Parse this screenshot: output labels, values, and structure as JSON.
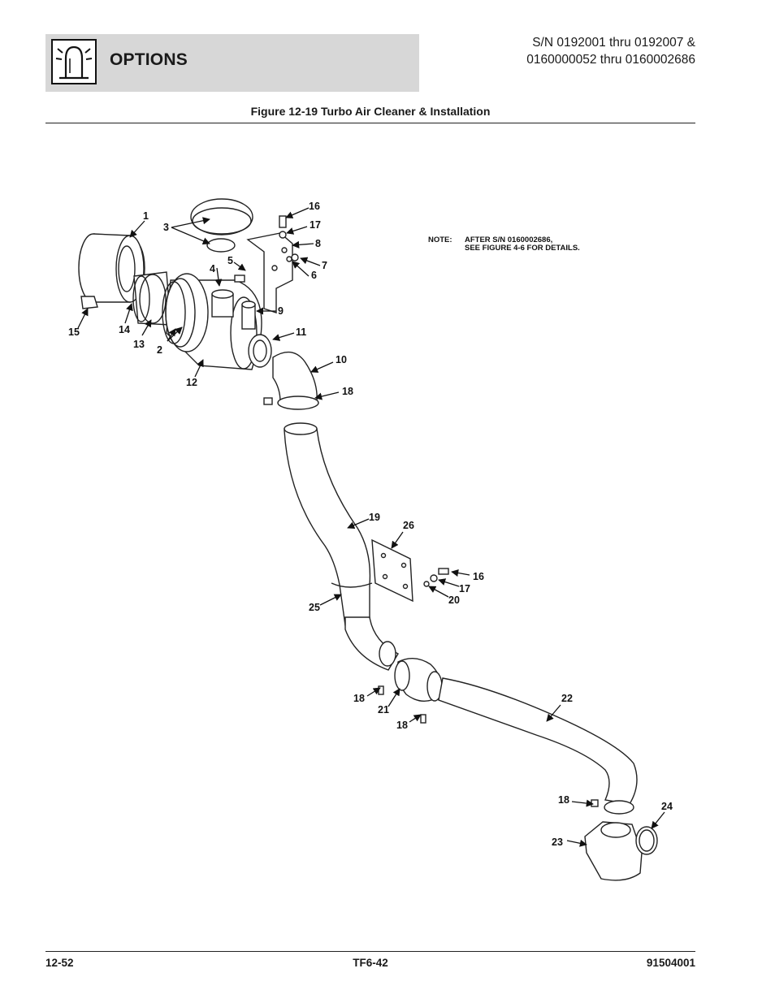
{
  "header": {
    "section_title": "OPTIONS",
    "icon": "options-beacon-icon",
    "serial_line1": "S/N 0192001 thru 0192007 &",
    "serial_line2": "0160000052 thru 0160002686"
  },
  "figure": {
    "title": "Figure 12-19 Turbo Air Cleaner & Installation",
    "note_label": "NOTE:",
    "note_line1": "AFTER S/N 0160002686,",
    "note_line2": "SEE FIGURE 4-6 FOR DETAILS.",
    "callouts": {
      "c1": "1",
      "c2": "2",
      "c3": "3",
      "c4": "4",
      "c5": "5",
      "c6": "6",
      "c7": "7",
      "c8": "8",
      "c9": "9",
      "c10": "10",
      "c11": "11",
      "c12": "12",
      "c13": "13",
      "c14": "14",
      "c15": "15",
      "c16a": "16",
      "c17a": "17",
      "c18a": "18",
      "c19": "19",
      "c26": "26",
      "c16b": "16",
      "c17b": "17",
      "c20": "20",
      "c25": "25",
      "c18b": "18",
      "c21": "21",
      "c18c": "18",
      "c22": "22",
      "c18d": "18",
      "c24": "24",
      "c23": "23"
    }
  },
  "footer": {
    "page": "12-52",
    "model": "TF6-42",
    "doc_number": "91504001"
  }
}
